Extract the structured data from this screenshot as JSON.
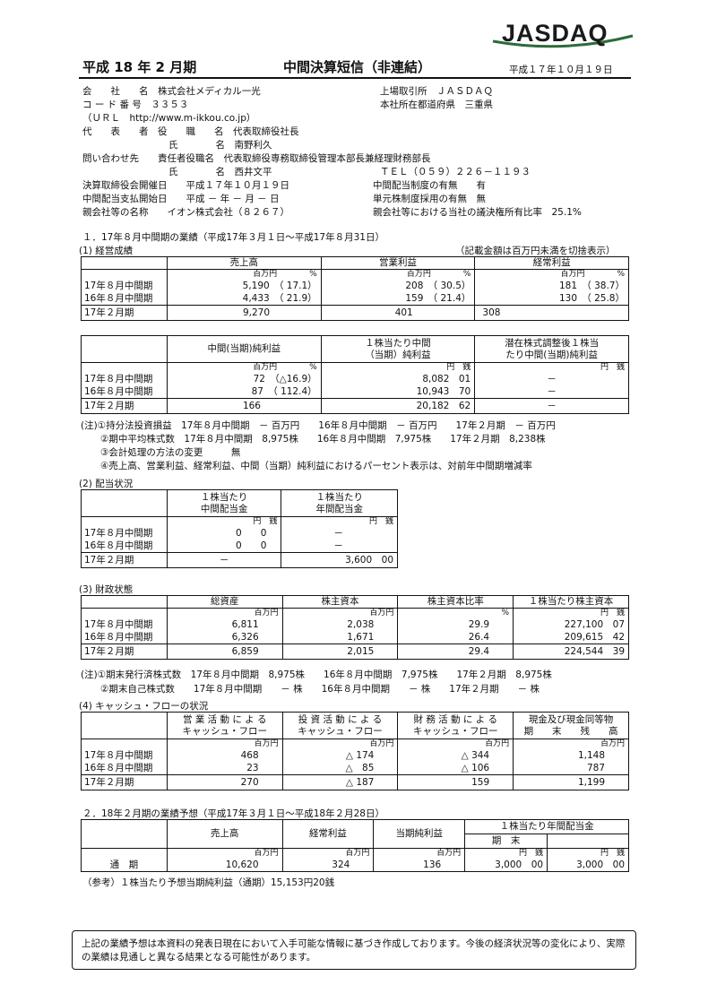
{
  "logo": {
    "text": "JASDAQ"
  },
  "header": {
    "title_left": "平成 18 年 2 月期",
    "title_main": "中間決算短信（非連結）",
    "date": "平成１７年１０月１９日"
  },
  "company": {
    "l1": "会　　社　　名　株式会社メディカル一光",
    "l1r": "上場取引所　ＪＡＳＤＡＱ",
    "l2": "コ ー ド 番 号　３３５３",
    "l2r": "本社所在都道府県　三重県",
    "l3": "（ＵＲＬ　http://www.m-ikkou.co.jp）",
    "l4": "代　　表　　者　役　　職　　名　代表取締役社長",
    "l5": "氏　　　　名　南野利久",
    "l6": "問い合わせ先　　責任者役職名　代表取締役専務取締役管理本部長兼経理財務部長",
    "l7": "氏　　　　名　西井文平",
    "l7r": "ＴＥＬ（０５９）２２６－１１９３",
    "l8": "決算取締役会開催日　　平成１７年１０月１９日",
    "l8r": "中間配当制度の有無　　有",
    "l9": "中間配当支払開始日　　平成 － 年 － 月 － 日",
    "l9r": "単元株制度採用の有無　無",
    "l10": "親会社等の名称　　イオン株式会社（８２６７）",
    "l10r": "親会社等における当社の議決権所有比率　25.1%"
  },
  "s1": {
    "title": "１．17年８月中間期の業績（平成17年３月１日～平成17年８月31日）",
    "sub": "(1) 経営成績",
    "note": "（記載金額は百万円未満を切捨表示）"
  },
  "t1": {
    "h": [
      "",
      "売上高",
      "営業利益",
      "経常利益"
    ],
    "u": [
      "",
      "百万円　　　　%",
      "百万円　　　　%",
      "百万円　　　　%"
    ],
    "rows": [
      [
        "17年８月中間期",
        "5,190　（ 17.1）",
        "208　（ 30.5）",
        "181　（ 38.7）"
      ],
      [
        "16年８月中間期",
        "4,433　（ 21.9）",
        "159　（ 21.4）",
        "130　（ 25.8）"
      ],
      [
        "17年２月期",
        "9,270",
        "401",
        "308"
      ]
    ]
  },
  "t2": {
    "h": [
      "",
      "中間(当期)純利益",
      "１株当たり中間\n（当期）純利益",
      "潜在株式調整後１株当\nたり中間(当期)純利益"
    ],
    "h2a": "１株当たり中間",
    "h2b": "（当期）純利益",
    "h3a": "潜在株式調整後１株当",
    "h3b": "たり中間(当期)純利益",
    "u": [
      "",
      "百万円　　　　%",
      "円　銭",
      "円　銭"
    ],
    "rows": [
      [
        "17年８月中間期",
        "72　（△16.9）",
        "8,082　01",
        "－"
      ],
      [
        "16年８月中間期",
        "87　（ 112.4）",
        "10,943　70",
        "－"
      ],
      [
        "17年２月期",
        "166",
        "20,182　62",
        "－"
      ]
    ]
  },
  "n1": {
    "a": "(注)①持分法投資損益　17年８月中間期　－ 百万円　　16年８月中間期　－ 百万円　　17年２月期　－ 百万円",
    "b": "②期中平均株式数　17年８月中間期　8,975株　　16年８月中間期　7,975株　　17年２月期　8,238株",
    "c": "③会計処理の方法の変更　　　無",
    "d": "④売上高、営業利益、経常利益、中間（当期）純利益におけるパーセント表示は、対前年中間期増減率"
  },
  "s2": {
    "sub": "(2) 配当状況"
  },
  "t3": {
    "h1a": "１株当たり",
    "h1b": "中間配当金",
    "h2a": "１株当たり",
    "h2b": "年間配当金",
    "u": [
      "",
      "円　銭",
      "円　銭"
    ],
    "rows": [
      [
        "17年８月中間期",
        "0　　0",
        "－"
      ],
      [
        "16年８月中間期",
        "0　　0",
        "－"
      ],
      [
        "17年２月期",
        "－",
        "3,600　00"
      ]
    ]
  },
  "s3": {
    "sub": "(3) 財政状態"
  },
  "t4": {
    "h": [
      "",
      "総資産",
      "株主資本",
      "株主資本比率",
      "１株当たり株主資本"
    ],
    "u": [
      "",
      "百万円",
      "百万円",
      "%",
      "円　銭"
    ],
    "rows": [
      [
        "17年８月中間期",
        "6,811",
        "2,038",
        "29.9",
        "227,100　07"
      ],
      [
        "16年８月中間期",
        "6,326",
        "1,671",
        "26.4",
        "209,615　42"
      ],
      [
        "17年２月期",
        "6,859",
        "2,015",
        "29.4",
        "224,544　39"
      ]
    ]
  },
  "n2": {
    "a": "(注)①期末発行済株式数　17年８月中間期　8,975株　　16年８月中間期　7,975株　　17年２月期　8,975株",
    "b": "②期末自己株式数　　17年８月中間期　　－ 株　　16年８月中間期　　－ 株　　17年２月期　　－ 株"
  },
  "s4": {
    "sub": "(4) キャッシュ・フローの状況"
  },
  "t5": {
    "h1a": "営 業 活 動 に よ る",
    "h1b": "キャッシュ・フロー",
    "h2a": "投 資 活 動 に よ る",
    "h2b": "キャッシュ・フロー",
    "h3a": "財 務 活 動 に よ る",
    "h3b": "キャッシュ・フロー",
    "h4a": "現金及び現金同等物",
    "h4b": "期　　末　　残　　高",
    "u": [
      "",
      "百万円",
      "百万円",
      "百万円",
      "百万円"
    ],
    "rows": [
      [
        "17年８月中間期",
        "468",
        "△ 174",
        "△ 344",
        "1,148"
      ],
      [
        "16年８月中間期",
        "23",
        "△　85",
        "△ 106",
        "787"
      ],
      [
        "17年２月期",
        "270",
        "△ 187",
        "159",
        "1,199"
      ]
    ]
  },
  "s5": {
    "title": "２．18年２月期の業績予想（平成17年３月１日～平成18年２月28日）"
  },
  "t6": {
    "h": [
      "",
      "売上高",
      "経常利益",
      "当期純利益"
    ],
    "hdiv": "１株当たり年間配当金",
    "hk": "期　末",
    "u": [
      "",
      "百万円",
      "百万円",
      "百万円",
      "円　銭",
      "円　銭"
    ],
    "row": [
      "通　期",
      "10,620",
      "324",
      "136",
      "3,000　00",
      "3,000　00"
    ]
  },
  "ref": "（参考）１株当たり予想当期純利益（通期）15,153円20銭",
  "footer": "上記の業績予想は本資料の発表日現在において入手可能な情報に基づき作成しております。今後の経済状況等の変化により、実際の業績は見通しと異なる結果となる可能性があります。"
}
